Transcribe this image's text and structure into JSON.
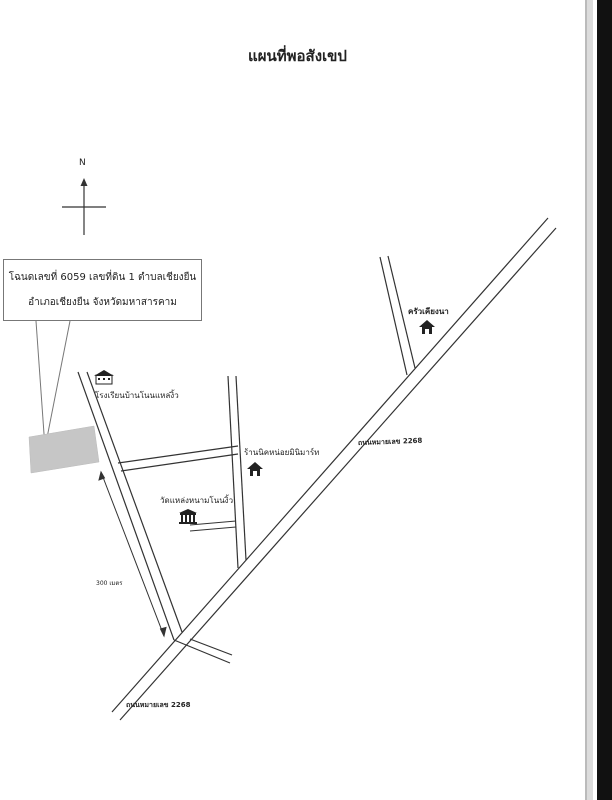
{
  "title": "แผนที่พอสังเขป",
  "north_label": "N",
  "callout": {
    "line1": "โฉนดเลขที่ 6059 เลขที่ดิน 1 ตำบลเชียงยืน",
    "line2": "อำเภอเชียงยืน จังหวัดมหาสารคาม"
  },
  "landmarks": {
    "school": "โรงเรียนบ้านโนนแหล่งิ้ว",
    "restaurant": "ครัวเคียงนา",
    "shop": "ร้านนิคหน่อยมินิมาร์ท",
    "temple": "วัดแหล่งหนามโนนงิ้ว"
  },
  "roads": {
    "upper_label": "ถนนหมายเลข 2268",
    "lower_label": "ถนนหมายเลข 2268"
  },
  "distance_label": "300 เมตร",
  "icons": {
    "north_arrow": "north-arrow-icon",
    "school": "school-icon",
    "restaurant": "house-icon",
    "shop": "house-icon",
    "temple": "temple-icon"
  },
  "colors": {
    "parcel": "#c8c8c8",
    "road": "#333333",
    "scan_edge": "#111111"
  }
}
